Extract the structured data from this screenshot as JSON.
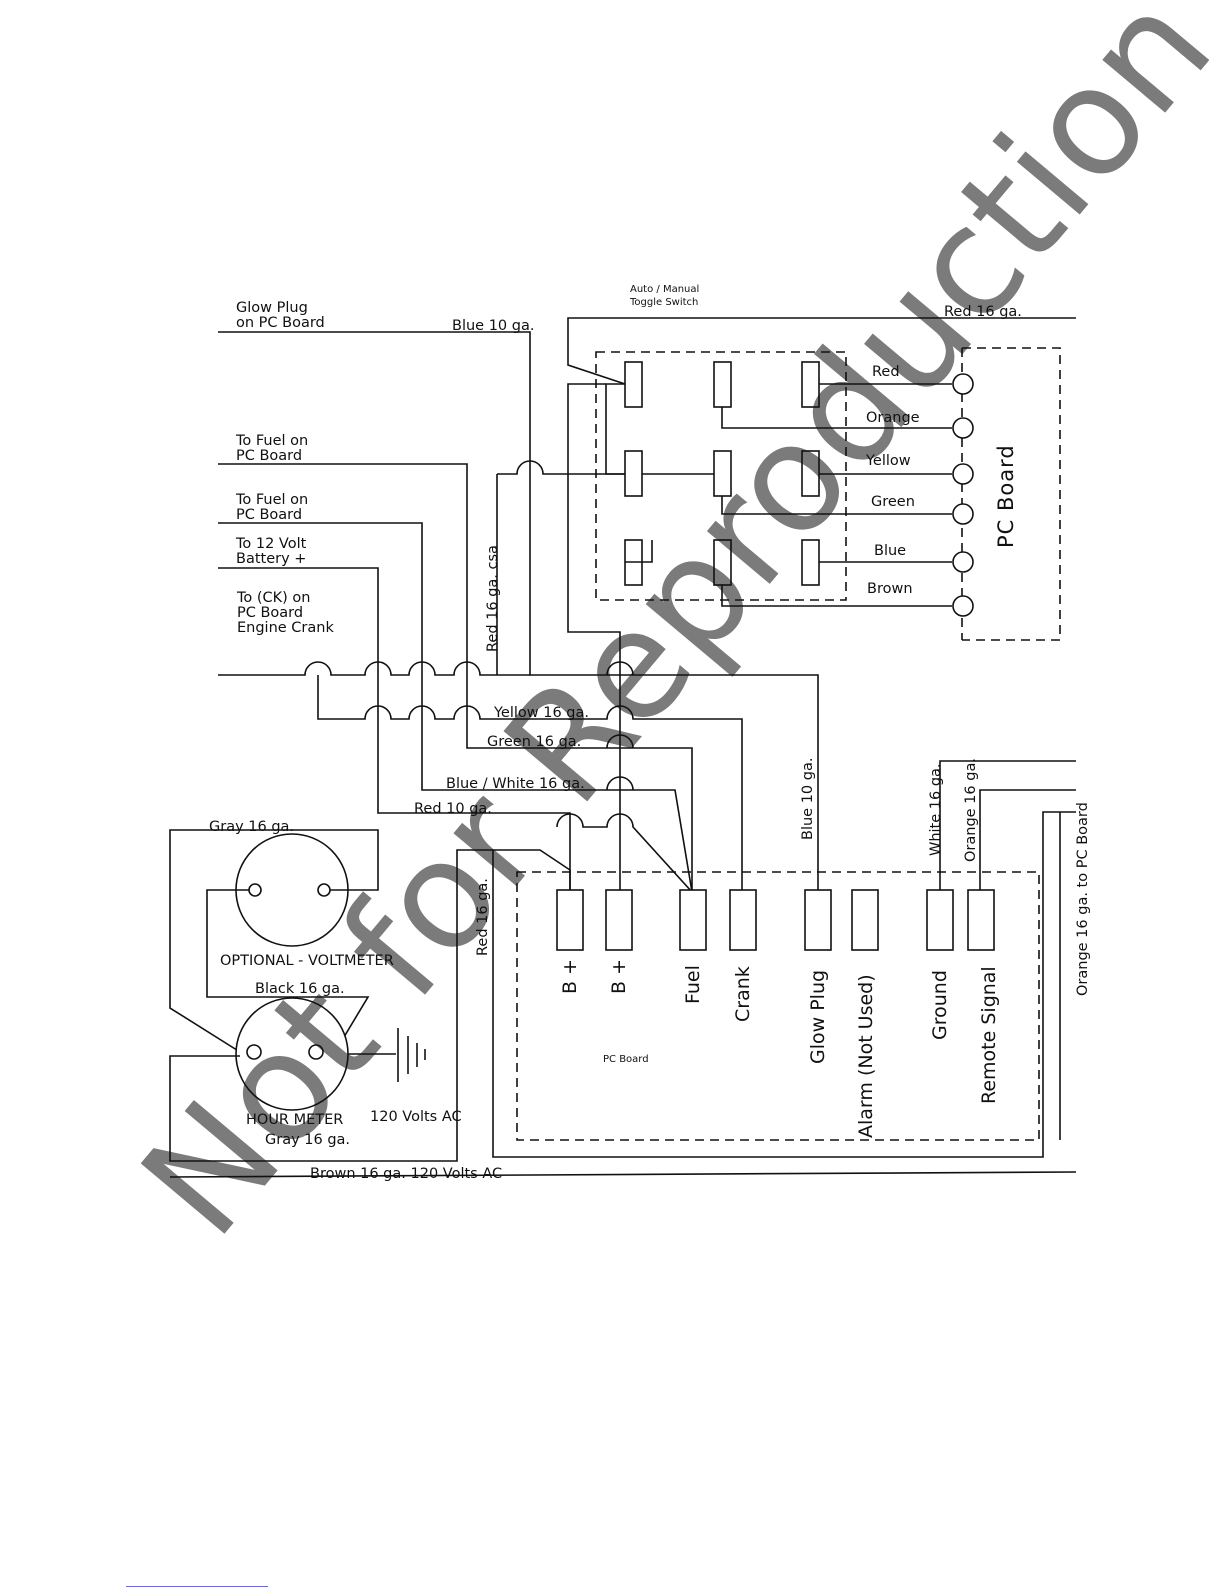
{
  "watermark": "Not for Reproduction",
  "toggle_switch": {
    "title_line1": "Auto / Manual",
    "title_line2": "Toggle Switch"
  },
  "pc_board_right": {
    "label": "PC  Board",
    "wires": [
      "Red",
      "Orange",
      "Yellow",
      "Green",
      "Blue",
      "Brown"
    ]
  },
  "left_labels": {
    "glow_plug_1": "Glow Plug",
    "glow_plug_2": "on PC Board",
    "fuel_a_1": "To Fuel on",
    "fuel_a_2": "PC Board",
    "fuel_b_1": "To Fuel on",
    "fuel_b_2": "PC Board",
    "battery_1": "To 12 Volt",
    "battery_2": "Battery +",
    "crank_1": "To (CK) on",
    "crank_2": "PC Board",
    "crank_3": "Engine Crank"
  },
  "wire_labels": {
    "blue_10": "Blue 10 ga.",
    "red_16_top": "Red 16 ga.",
    "red_16_csa": "Red 16 ga. csa",
    "yellow_16": "Yellow 16 ga.",
    "green_16": "Green 16 ga.",
    "blue_white_16": "Blue / White 16 ga.",
    "red_10": "Red  10 ga.",
    "blue_10_vertical": "Blue 10 ga.",
    "white_16": "White 16 ga.",
    "orange_16": "Orange 16 ga.",
    "orange_16_pc": "Orange 16 ga. to PC Board",
    "red_16_left": "Red 16 ga.",
    "gray_16_top": "Gray 16 ga.",
    "black_16": "Black 16 ga.",
    "gray_16_bottom": "Gray 16 ga.",
    "ac_120": "120 Volts AC",
    "brown_16": "Brown 16 ga.  120 Volts AC"
  },
  "meters": {
    "voltmeter": "OPTIONAL - VOLTMETER",
    "hour_meter": "HOUR METER"
  },
  "pc_board_bottom": {
    "label": "PC Board",
    "terminals": [
      "B +",
      "B +",
      "Fuel",
      "Crank",
      "Glow Plug",
      "Alarm  (Not Used)",
      "Ground",
      "Remote Signal"
    ]
  }
}
